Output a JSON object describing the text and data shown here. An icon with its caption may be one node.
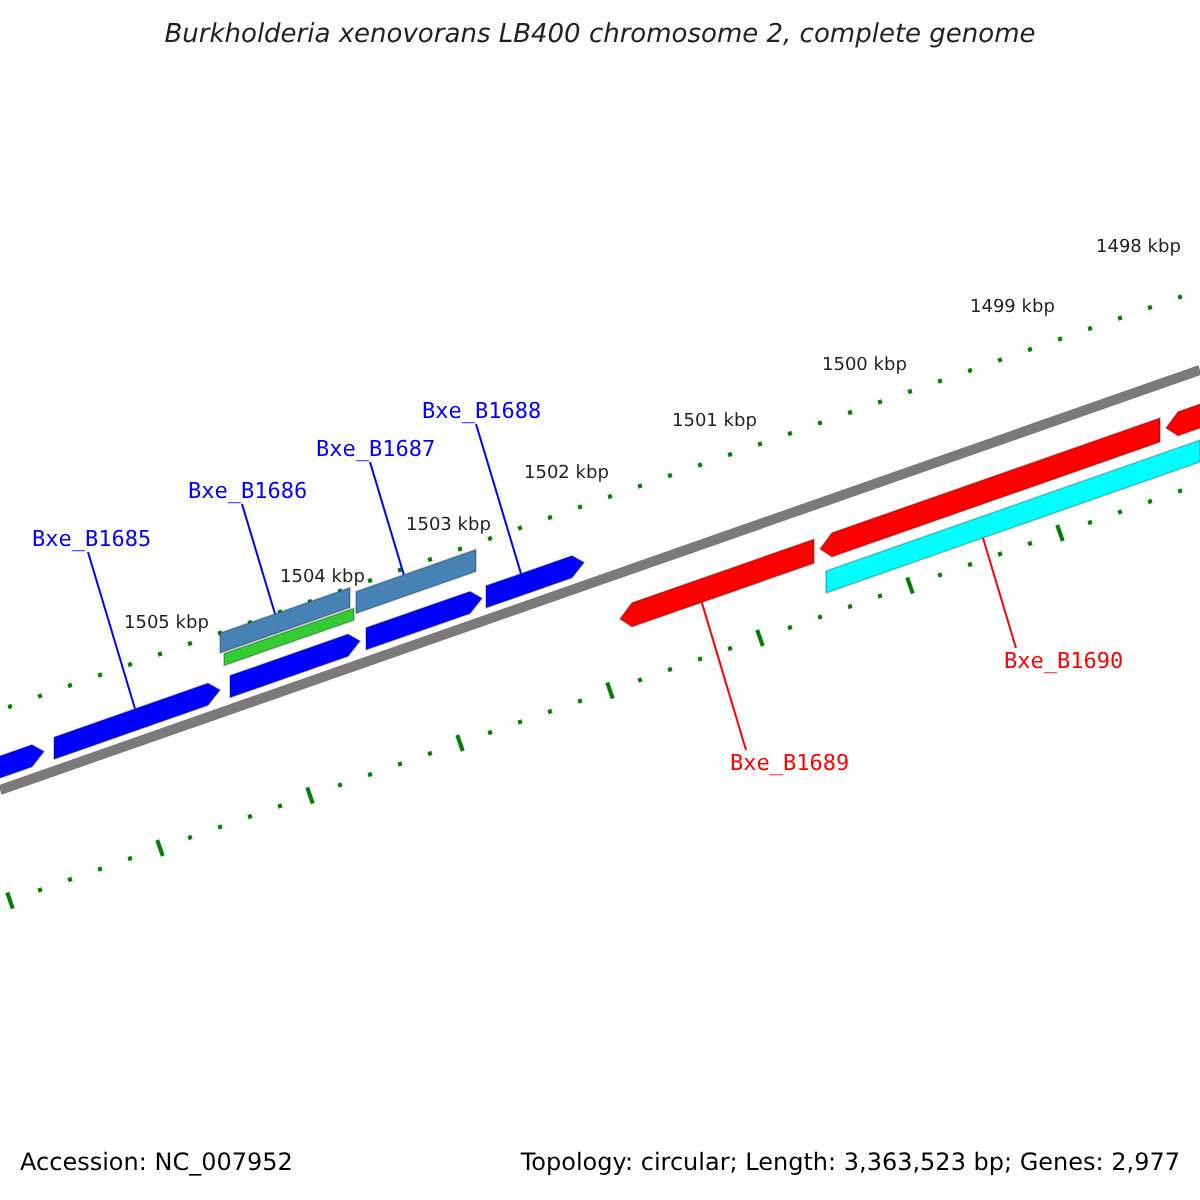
{
  "diagram": {
    "title": "Burkholderia xenovorans LB400 chromosome 2, complete genome",
    "nodes": [
      {
        "text": [
          "Bxe_B1685"
        ]
      },
      {
        "text": [
          "Bxe_B1686"
        ]
      },
      {
        "text": [
          "Bxe_B1687"
        ]
      },
      {
        "text": [
          "Bxe_B1688"
        ]
      },
      {
        "text": [
          "Bxe_B1689"
        ]
      },
      {
        "text": [
          "Bxe_B1690"
        ]
      },
      {
        "text": [],
        "shape": "bar"
      },
      {
        "text": [],
        "shape": "bar"
      },
      {
        "text": [],
        "shape": "bar"
      },
      {
        "text": [],
        "shape": "bar"
      },
      {
        "text": [],
        "shape": "bar"
      },
      {
        "text": [],
        "shape": "bar"
      },
      {
        "text": [],
        "shape": "bar"
      },
      {
        "text": [],
        "shape": "bar"
      },
      {
        "text": [],
        "shape": "bar"
      },
      {
        "text": [],
        "shape": "bar"
      },
      {
        "text": [],
        "shape": "bar"
      },
      {
        "text": [],
        "shape": "bar"
      }
    ],
    "edges": [
      {
        "from": 0,
        "to": 7,
        "arrow": "none"
      },
      {
        "from": 1,
        "to": 8,
        "arrow": "none"
      },
      {
        "from": 2,
        "to": 11,
        "arrow": "none"
      },
      {
        "from": 3,
        "to": 13,
        "arrow": "none"
      },
      {
        "from": 4,
        "to": 14,
        "arrow": "none",
        "color": "#ff0000"
      },
      {
        "from": 5,
        "to": 16,
        "arrow": "none",
        "color": "#ff0000"
      }
    ],
    "labels": [
      "1498 kbp",
      "1499 kbp",
      "1500 kbp",
      "1501 kbp",
      "1502 kbp",
      "1503 kbp",
      "1504 kbp",
      "1505 kbp",
      "Accession: NC_007952",
      "Topology: circular; Length: 3,363,523 bp; Genes: 2,977"
    ]
  }
}
